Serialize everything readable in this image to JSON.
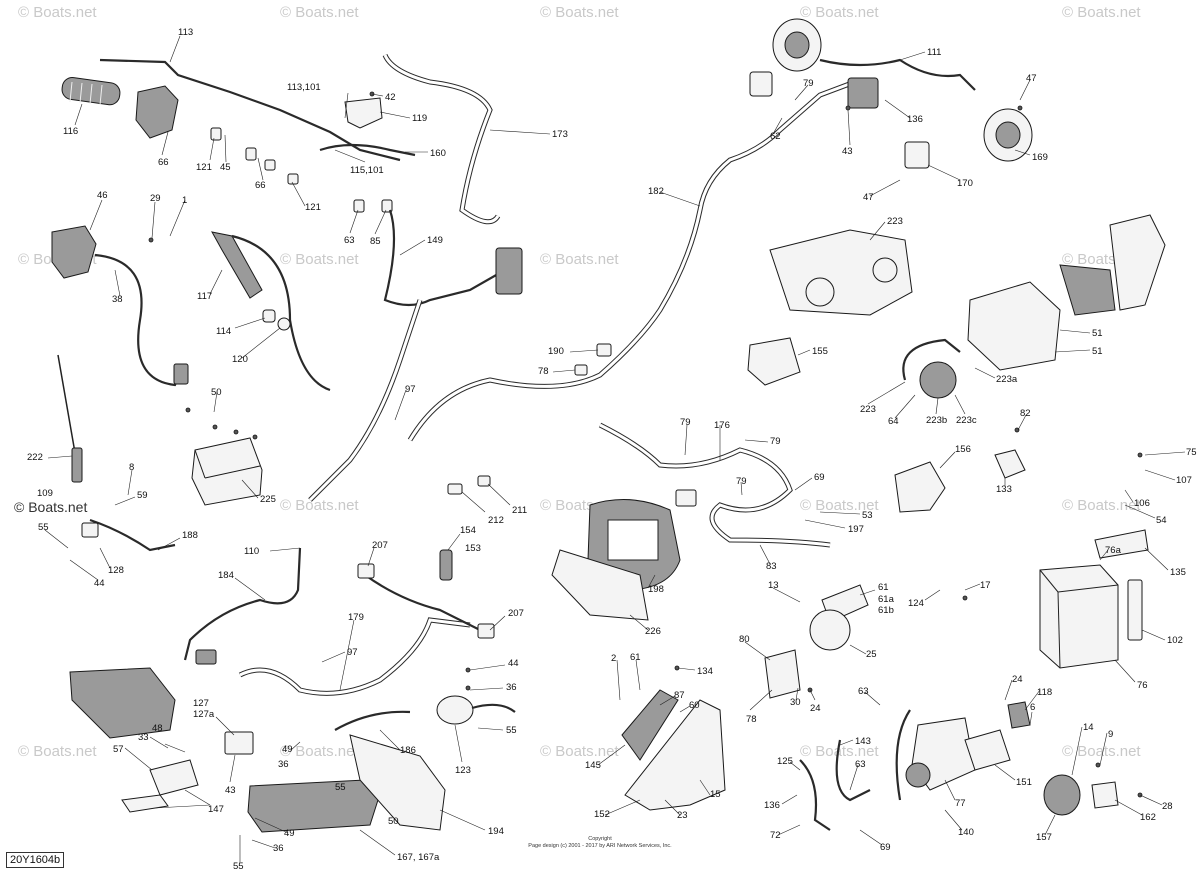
{
  "watermark": {
    "text": "© Boats.net",
    "dark_text": "© Boats.net"
  },
  "doc_id": "20Y1604b",
  "copyright": {
    "line1": "Copyright",
    "line2": "Page design (c) 2001 - 2017 by ARI Network Services, Inc."
  },
  "callouts": [
    "113",
    "116",
    "66",
    "121",
    "45",
    "113,101",
    "42",
    "119",
    "173",
    "160",
    "115,101",
    "66",
    "121",
    "46",
    "29",
    "1",
    "63",
    "85",
    "149",
    "38",
    "117",
    "114",
    "120",
    "50",
    "222",
    "225",
    "97",
    "109",
    "8",
    "59",
    "55",
    "128",
    "44",
    "188",
    "190",
    "78",
    "212",
    "211",
    "154",
    "153",
    "110",
    "184",
    "207",
    "179",
    "207",
    "97",
    "44",
    "36",
    "55",
    "123",
    "127",
    "127a",
    "48",
    "33",
    "57",
    "43",
    "147",
    "49",
    "36",
    "55",
    "49",
    "36",
    "55",
    "50",
    "186",
    "194",
    "167, 167a",
    "2",
    "61",
    "134",
    "87",
    "60",
    "145",
    "15",
    "152",
    "23",
    "198",
    "226",
    "176",
    "79",
    "79",
    "79",
    "69",
    "83",
    "53",
    "197",
    "13",
    "61",
    "61a",
    "61b",
    "25",
    "80",
    "30",
    "24",
    "78",
    "182",
    "111",
    "79",
    "47",
    "62",
    "43",
    "136",
    "169",
    "47",
    "170",
    "223",
    "155",
    "51",
    "51",
    "223",
    "64",
    "223b",
    "223c",
    "223a",
    "82",
    "133",
    "156",
    "75",
    "107",
    "106",
    "54",
    "135",
    "76a",
    "124",
    "17",
    "102",
    "76",
    "63",
    "24",
    "118",
    "6",
    "143",
    "125",
    "136",
    "72",
    "63",
    "69",
    "77",
    "151",
    "140",
    "14",
    "9",
    "28",
    "162",
    "157"
  ]
}
